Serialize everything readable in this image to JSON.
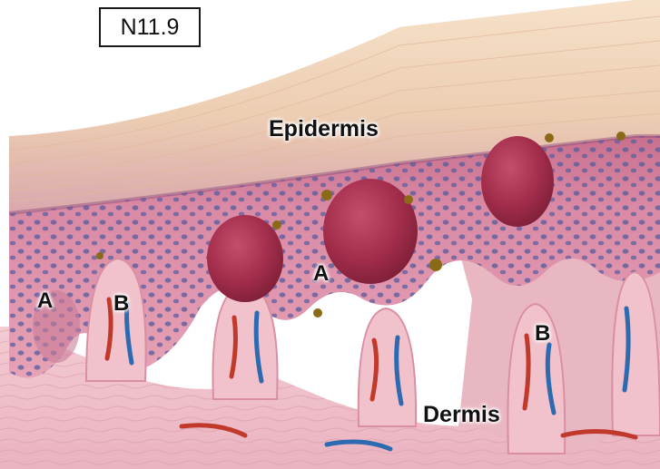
{
  "figure_id": "N11.9",
  "labels": {
    "epidermis": "Epidermis",
    "dermis": "Dermis",
    "a_left": "A",
    "b_left": "B",
    "a_center": "A",
    "b_right": "B"
  },
  "colors": {
    "stratum_corneum": "#efd3b6",
    "epidermis_pink": "#dd8ca8",
    "dermis_pink": "#f0bfc8",
    "melanoma_nest": "#a8304d",
    "nuclei": "#5a5a9a",
    "blood_vessel_red": "#c0392b",
    "blood_vessel_blue": "#2d6ab0",
    "melanocyte_brown": "#7a5a10"
  }
}
